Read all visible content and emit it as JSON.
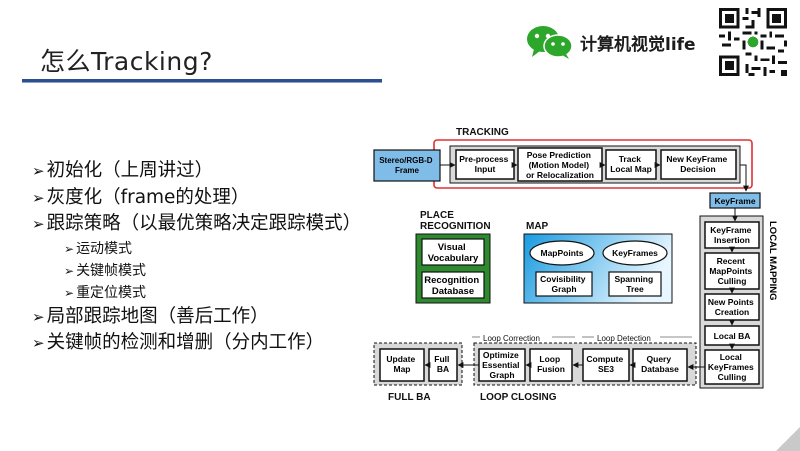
{
  "slide": {
    "title": "怎么Tracking?",
    "brand": "计算机视觉life"
  },
  "bullets": [
    {
      "text": "初始化（上周讲过）",
      "level": 1
    },
    {
      "text": "灰度化（frame的处理）",
      "level": 1
    },
    {
      "text": "跟踪策略（以最优策略决定跟踪模式）",
      "level": 1
    },
    {
      "text": "运动模式",
      "level": 2
    },
    {
      "text": "关键帧模式",
      "level": 2
    },
    {
      "text": "重定位模式",
      "level": 2
    },
    {
      "text": "局部跟踪地图（善后工作）",
      "level": 1
    },
    {
      "text": "关键帧的检测和增删（分内工作）",
      "level": 1
    }
  ],
  "diagram": {
    "tracking_title": "TRACKING",
    "stereo_frame": [
      "Stereo/RGB-D",
      "Frame"
    ],
    "preprocess": [
      "Pre-process",
      "Input"
    ],
    "pose_prediction": [
      "Pose Prediction",
      "(Motion Model)",
      "or Relocalization"
    ],
    "track_local_map": [
      "Track",
      "Local Map"
    ],
    "new_keyframe": [
      "New KeyFrame",
      "Decision"
    ],
    "keyframe": "KeyFrame",
    "place_title": [
      "PLACE",
      "RECOGNITION"
    ],
    "visual_vocab": [
      "Visual",
      "Vocabulary"
    ],
    "recognition_db": [
      "Recognition",
      "Database"
    ],
    "map_title": "MAP",
    "mappoints": "MapPoints",
    "keyframes": "KeyFrames",
    "covisibility": [
      "Covisibility",
      "Graph"
    ],
    "spanning": [
      "Spanning",
      "Tree"
    ],
    "local_mapping_title": "LOCAL MAPPING",
    "kf_insertion": [
      "KeyFrame",
      "Insertion"
    ],
    "mp_culling": [
      "Recent",
      "MapPoints",
      "Culling"
    ],
    "np_creation": [
      "New Points",
      "Creation"
    ],
    "local_ba": "Local BA",
    "local_kf_culling": [
      "Local",
      "KeyFrames",
      "Culling"
    ],
    "loop_correction": "Loop Correction",
    "loop_detection": "Loop Detection",
    "compute_se3": [
      "Compute",
      "SE3"
    ],
    "query_db": [
      "Query",
      "Database"
    ],
    "optimize_graph": [
      "Optimize",
      "Essential",
      "Graph"
    ],
    "loop_fusion": [
      "Loop",
      "Fusion"
    ],
    "update_map": [
      "Update",
      "Map"
    ],
    "full_ba_box": [
      "Full",
      "BA"
    ],
    "full_ba_title": "FULL BA",
    "loop_closing_title": "LOOP CLOSING"
  },
  "colors": {
    "title_rule": "#2b4f8f",
    "stereo_fill": "#7fbde8",
    "keyframe_fill": "#7fbde8",
    "tracking_highlight": "#e03030",
    "place_fill": "#2f8a2f",
    "map_gradient_start": "#1a9be0",
    "map_gradient_end": "#d8f0ff",
    "box_fill": "#ffffff",
    "group_fill": "#d9d9d9"
  }
}
